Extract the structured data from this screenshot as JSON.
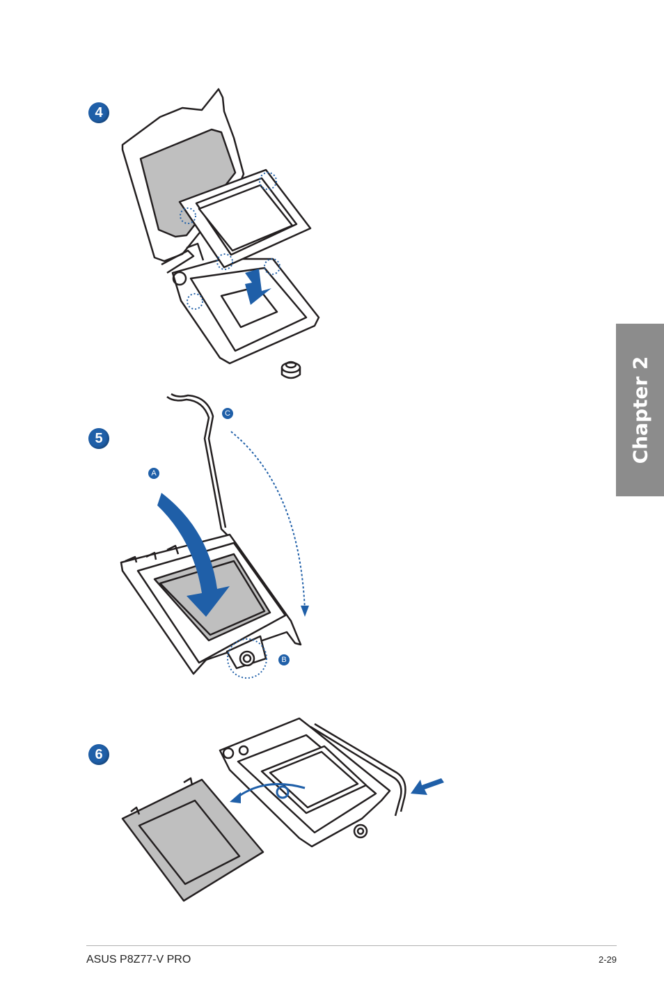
{
  "steps": [
    {
      "number": "4"
    },
    {
      "number": "5",
      "callouts": [
        "A",
        "B",
        "C"
      ]
    },
    {
      "number": "6"
    }
  ],
  "chapter_tab": {
    "label": "Chapter 2"
  },
  "footer": {
    "product": "ASUS P8Z77-V PRO",
    "page_number": "2-29"
  },
  "colors": {
    "accent": "#1f5fa8",
    "tab_gray": "#8c8c8c",
    "line": "#231f20",
    "fill_gray": "#bfbfbf"
  }
}
